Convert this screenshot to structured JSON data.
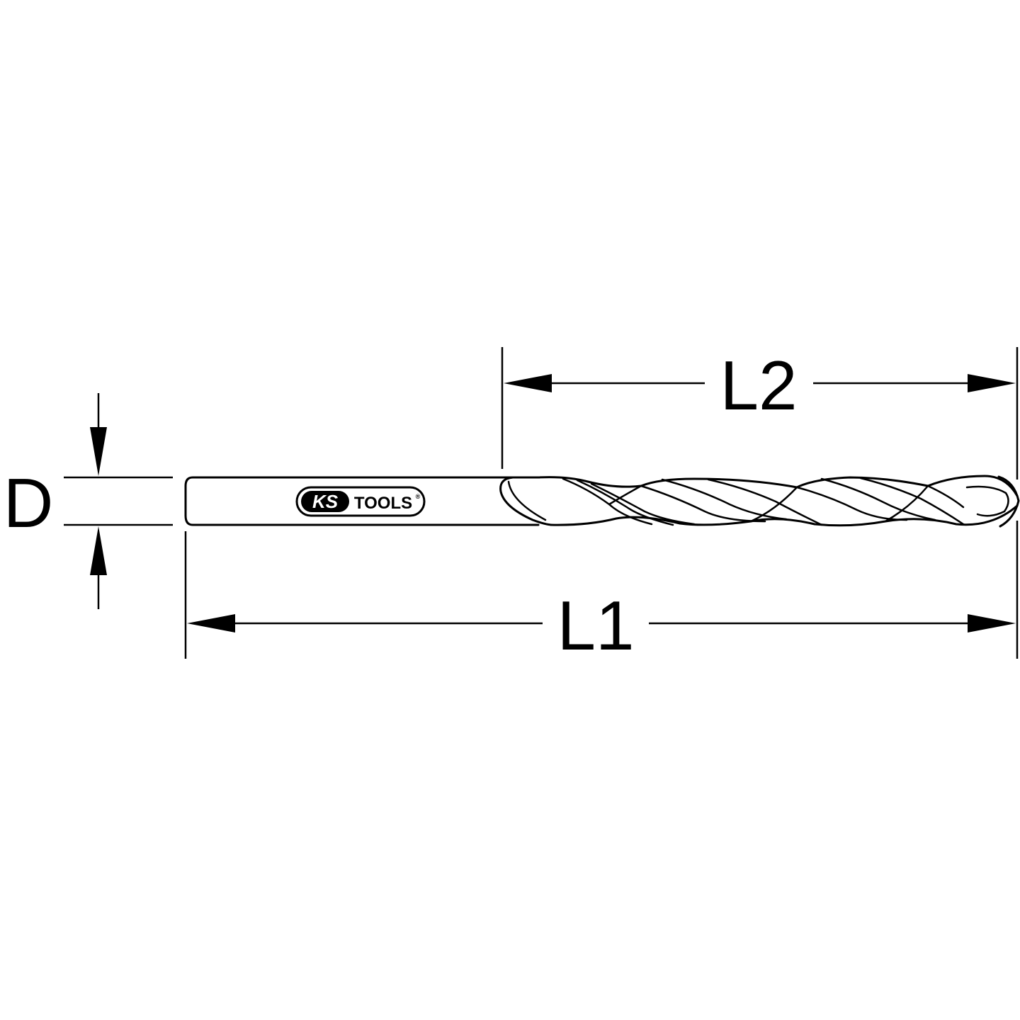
{
  "labels": {
    "diameter": "D",
    "total_length": "L1",
    "flute_length": "L2"
  },
  "logo": {
    "brand_left": "KS",
    "brand_right": "TOOLS",
    "registered_mark": "®"
  },
  "colors": {
    "line": "#000000",
    "background": "#ffffff"
  }
}
